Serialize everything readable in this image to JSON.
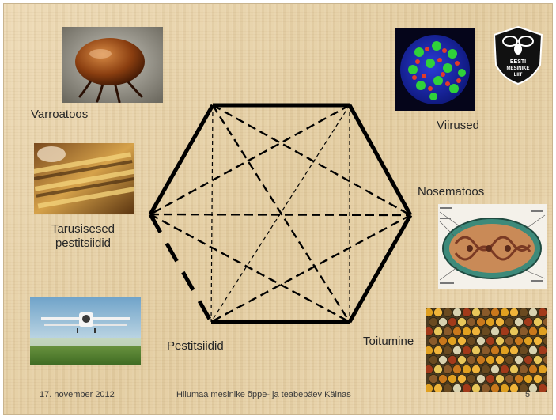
{
  "labels": {
    "varroatoos": "Varroatoos",
    "viirused": "Viirused",
    "nosematoos": "Nosematoos",
    "tarusisesed": "Tarusisesed pestitsiidid",
    "pestitsiidid": "Pestitsiidid",
    "toitumine": "Toitumine"
  },
  "logo": {
    "line1": "EESTI",
    "line2": "MESINIKE",
    "line3": "LIIT"
  },
  "footer": {
    "date": "17. november 2012",
    "event": "Hiiumaa mesinike õppe- ja teabepäev Käinas",
    "page": "5"
  },
  "colors": {
    "background": "#e7d2a8",
    "lines": "#000000",
    "text": "#262626"
  },
  "icons": {
    "logo": "bee-logo-icon",
    "mite": "varroa-mite-photo",
    "virus": "virus-photo",
    "hive": "hive-frame-photo",
    "nosema": "nosema-cell-diagram",
    "plane": "crop-sprayer-plane-photo",
    "pollen": "pollen-comb-photo"
  }
}
